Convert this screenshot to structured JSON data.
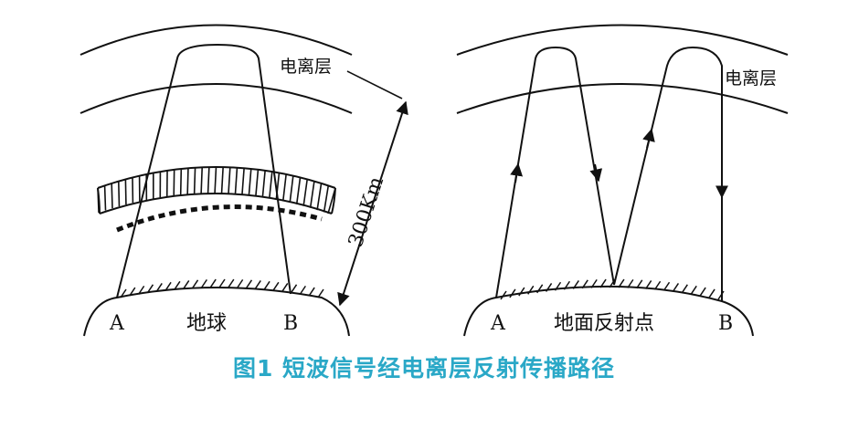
{
  "caption": "图1 短波信号经电离层反射传播路径",
  "left_panel": {
    "ionosphere_label": "电离层",
    "distance_label": "300Km",
    "point_a": "A",
    "point_b": "B",
    "earth_label": "地球"
  },
  "right_panel": {
    "ionosphere_label": "电离层",
    "point_a": "A",
    "point_b": "B",
    "ground_label": "地面反射点"
  },
  "colors": {
    "line": "#111111",
    "caption": "#2aa8c7"
  }
}
